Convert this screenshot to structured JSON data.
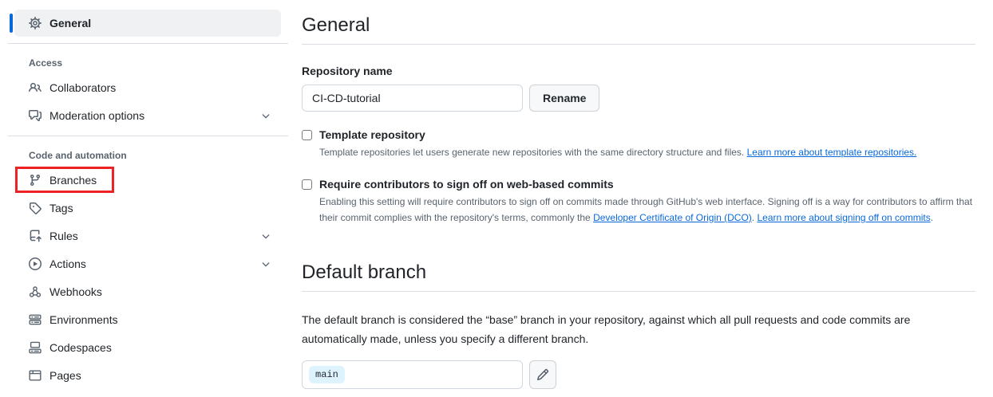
{
  "sidebar": {
    "selected_item": {
      "label": "General"
    },
    "sections": [
      {
        "label": "Access",
        "items": [
          {
            "label": "Collaborators"
          },
          {
            "label": "Moderation options"
          }
        ]
      },
      {
        "label": "Code and automation",
        "items": [
          {
            "label": "Branches"
          },
          {
            "label": "Tags"
          },
          {
            "label": "Rules"
          },
          {
            "label": "Actions"
          },
          {
            "label": "Webhooks"
          },
          {
            "label": "Environments"
          },
          {
            "label": "Codespaces"
          },
          {
            "label": "Pages"
          }
        ]
      }
    ]
  },
  "main": {
    "title": "General",
    "repository_name": {
      "label": "Repository name",
      "value": "CI-CD-tutorial",
      "rename_button": "Rename"
    },
    "template_repository": {
      "label": "Template repository",
      "checked": false,
      "description": "Template repositories let users generate new repositories with the same directory structure and files. ",
      "learn_more_link": "Learn more about template repositories."
    },
    "web_commit_signoff": {
      "label": "Require contributors to sign off on web-based commits",
      "checked": false,
      "description_before_link": "Enabling this setting will require contributors to sign off on commits made through GitHub's web interface. Signing off is a way for contributors to affirm that their commit complies with the repository's terms, commonly the ",
      "dco_link": "Developer Certificate of Origin (DCO)",
      "between_links": ". ",
      "signoff_link": "Learn more about signing off on commits",
      "after_links": "."
    },
    "default_branch": {
      "title": "Default branch",
      "description": "The default branch is considered the “base” branch in your repository, against which all pull requests and code commits are automatically made, unless you specify a different branch.",
      "branch_value": "main"
    }
  },
  "colors": {
    "accent_blue": "#0969da",
    "link_blue": "#0969da",
    "annotation_red": "#ec2224",
    "branch_badge_bg": "#ddf4ff",
    "selected_item_bg": "#eff1f3",
    "muted_text": "#59636e"
  }
}
